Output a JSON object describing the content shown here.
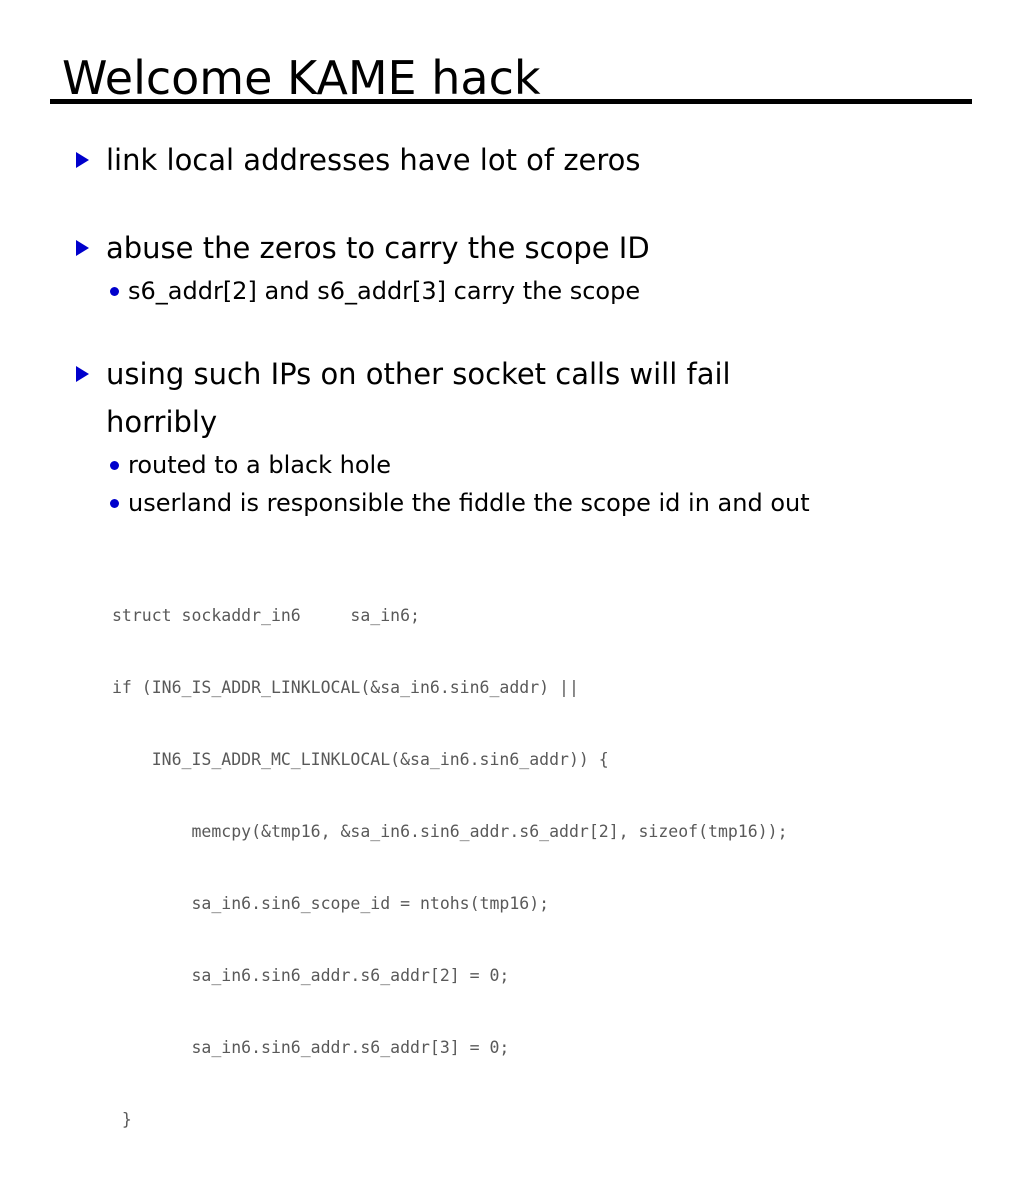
{
  "slide": {
    "title": "Welcome KAME hack",
    "bullets": [
      {
        "marker": "triangle-marker",
        "text": "link local addresses have lot of zeros",
        "sub": []
      },
      {
        "marker": "triangle-marker",
        "text": "abuse the zeros to carry the scope ID",
        "sub": [
          {
            "marker": "dot-marker",
            "text": "s6_addr[2] and s6_addr[3] carry the scope"
          }
        ]
      },
      {
        "marker": "triangle-marker",
        "text": "using such IPs on other socket calls will fail horribly",
        "sub": [
          {
            "marker": "dot-marker",
            "text": "routed to a black hole"
          },
          {
            "marker": "dot-marker",
            "text": "userland is responsible the fiddle the scope id in and out"
          }
        ]
      }
    ],
    "code": {
      "lines": [
        "struct sockaddr_in6     sa_in6;",
        "if (IN6_IS_ADDR_LINKLOCAL(&sa_in6.sin6_addr) ||",
        "    IN6_IS_ADDR_MC_LINKLOCAL(&sa_in6.sin6_addr)) {",
        "        memcpy(&tmp16, &sa_in6.sin6_addr.s6_addr[2], sizeof(tmp16));",
        "        sa_in6.sin6_scope_id = ntohs(tmp16);",
        "        sa_in6.sin6_addr.s6_addr[2] = 0;",
        "        sa_in6.sin6_addr.s6_addr[3] = 0;",
        " }"
      ]
    }
  },
  "colors": {
    "background": "#ffffff",
    "text": "#000000",
    "marker_blue": "#0000CC",
    "code_text": "#595959",
    "rule": "#000000"
  }
}
